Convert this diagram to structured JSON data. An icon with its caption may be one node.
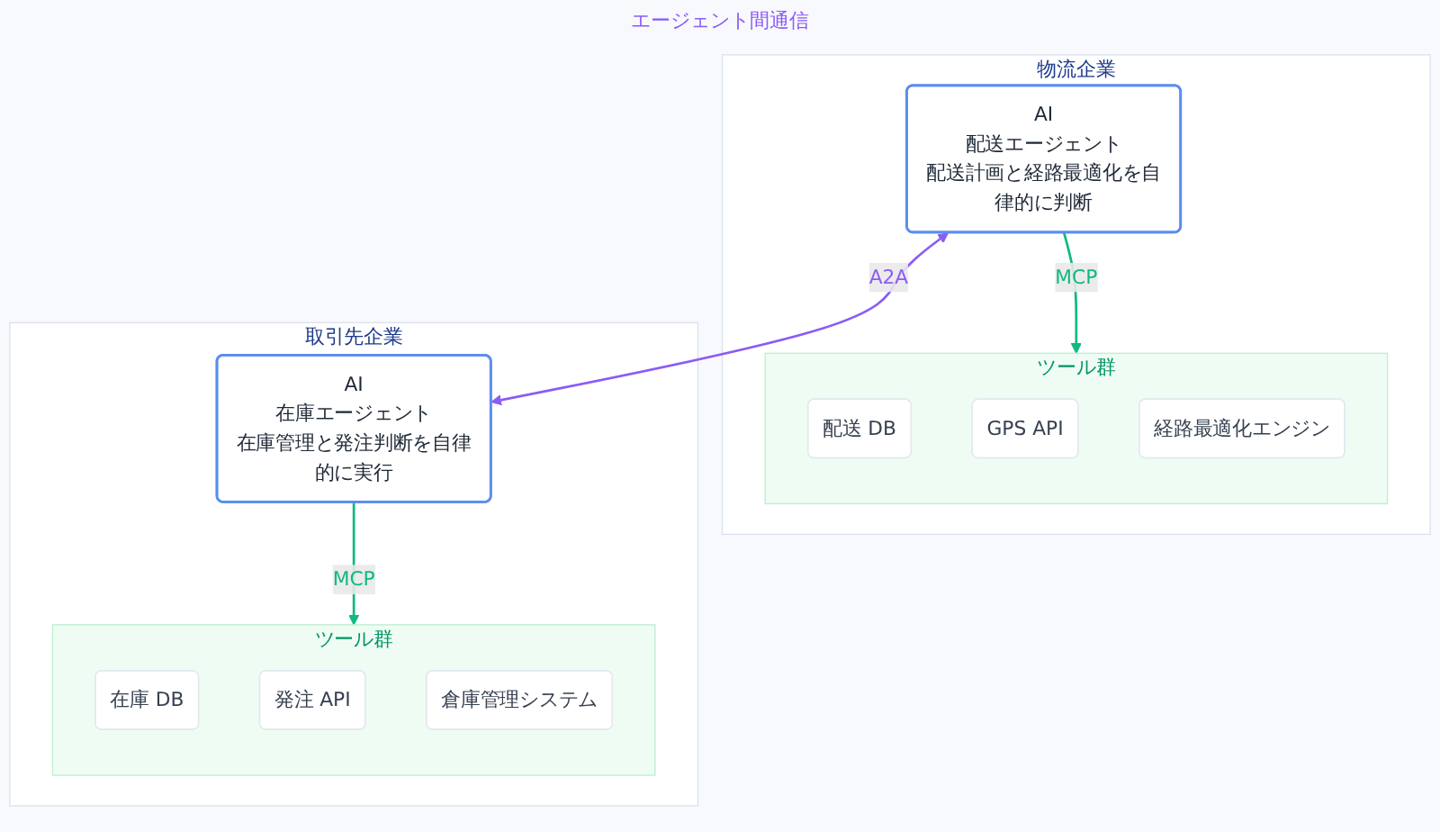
{
  "diagram": {
    "nodes": [
      {
        "text": [
          "物流企業"
        ]
      },
      {
        "text": [
          "AI",
          "配送エージェント",
          "配送計画と経路最適化を自律的に判断"
        ],
        "in": 0
      },
      {
        "text": [
          "ツール群"
        ],
        "in": 0
      },
      {
        "text": [
          "配送 DB"
        ],
        "in": 2
      },
      {
        "text": [
          "GPS API"
        ],
        "in": 2
      },
      {
        "text": [
          "経路最適化エンジン"
        ],
        "in": 2
      },
      {
        "text": [
          "取引先企業"
        ]
      },
      {
        "text": [
          "AI",
          "在庫エージェント",
          "在庫管理と発注判断を自律的に実行"
        ],
        "in": 6
      },
      {
        "text": [
          "ツール群"
        ],
        "in": 6
      },
      {
        "text": [
          "在庫 DB"
        ],
        "in": 8
      },
      {
        "text": [
          "発注 API"
        ],
        "in": 8
      },
      {
        "text": [
          "倉庫管理システム"
        ],
        "in": 8
      }
    ],
    "edges": [
      {
        "from": 1,
        "to": 7,
        "arrow": "both",
        "label": "A2A",
        "color": "#8b5cf6"
      },
      {
        "from": 1,
        "to": 2,
        "arrow": "to",
        "label": "MCP"
      },
      {
        "from": 7,
        "to": 8,
        "arrow": "to",
        "label": "MCP"
      }
    ],
    "labels": [
      "エージェント間通信"
    ]
  }
}
